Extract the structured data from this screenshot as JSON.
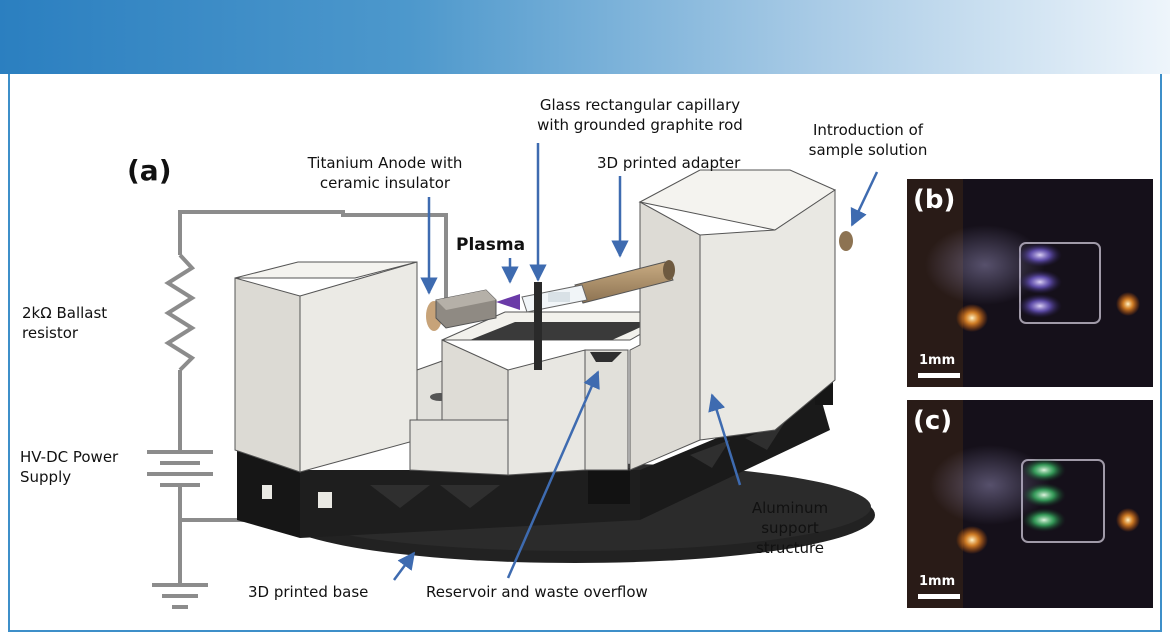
{
  "panel_labels": {
    "a": "(a)",
    "b": "(b)",
    "c": "(c)"
  },
  "labels": {
    "glass_capillary_line1": "Glass rectangular capillary",
    "glass_capillary_line2": "with grounded graphite rod",
    "introduction_line1": "Introduction of",
    "introduction_line2": "sample solution",
    "titanium_anode_line1": "Titanium Anode with",
    "titanium_anode_line2": "ceramic insulator",
    "adapter": "3D printed adapter",
    "plasma": "Plasma",
    "ballast_line1": "2kΩ Ballast",
    "ballast_line2": "resistor",
    "power_line1": "HV-DC Power",
    "power_line2": "Supply",
    "aluminum_line1": "Aluminum",
    "aluminum_line2": "support",
    "aluminum_line3": "structure",
    "base": "3D printed base",
    "reservoir": "Reservoir and waste overflow"
  },
  "scale_bar_label": "1mm",
  "colors": {
    "header_start": "#2b7fc0",
    "header_end": "#eef5fb",
    "frame_border": "#3d8fc9",
    "arrow": "#3e6bb0",
    "plasma_arrow": "#6a3aa8",
    "wire": "#8c8c8c",
    "block_face": "#e9e8e3",
    "black_base": "#1c1c1c",
    "photo_bg": "#15101a",
    "plasma_b": "#6f5ad8",
    "plasma_c": "#46d47a"
  }
}
